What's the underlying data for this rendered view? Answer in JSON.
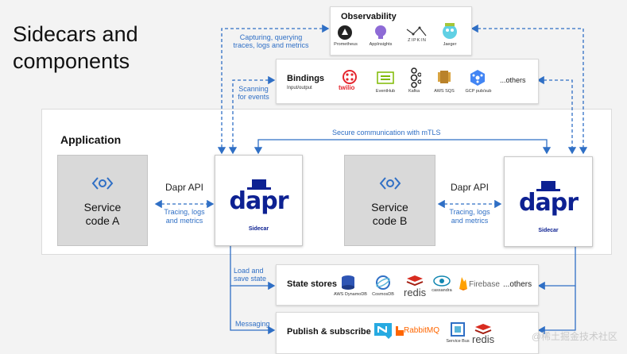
{
  "title_line1": "Sidecars and",
  "title_line2": "components",
  "application_label": "Application",
  "service_a": {
    "line1": "Service",
    "line2": "code A"
  },
  "service_b": {
    "line1": "Service",
    "line2": "code B"
  },
  "dapr_api_label": "Dapr API",
  "tracing_line1": "Tracing, logs",
  "tracing_line2": "and metrics",
  "dapr_word": "dapr",
  "sidecar_label": "Sidecar",
  "mtls_label": "Secure communication with mTLS",
  "observability": {
    "title": "Observability",
    "logos": [
      "Prometheus",
      "AppInsights",
      "ZIPKIN",
      "Jaeger"
    ]
  },
  "bindings": {
    "title": "Bindings",
    "subtitle": "Input/output",
    "logos": [
      "twilio",
      "EventHub",
      "Kafka",
      "AWS SQS",
      "GCP pub/sub"
    ],
    "others": "...others"
  },
  "state_stores": {
    "title": "State stores",
    "logos": [
      "AWS DynamoDB",
      "CosmosDB",
      "redis",
      "cassandra",
      "Firebase"
    ],
    "others": "...others"
  },
  "pubsub": {
    "title": "Publish & subscribe",
    "logos": [
      "RabbitMQ",
      "Service Bus",
      "redis"
    ]
  },
  "left_labels": {
    "capturing_1": "Capturing, querying",
    "capturing_2": "traces, logs and metrics",
    "scanning_1": "Scanning",
    "scanning_2": "for events",
    "load_1": "Load and",
    "load_2": "save state",
    "messaging": "Messaging"
  },
  "watermark": "@稀土掘金技术社区",
  "colors": {
    "accent": "#2f6fc5",
    "dapr": "#0d2192",
    "service_box": "#d9d9d9"
  }
}
